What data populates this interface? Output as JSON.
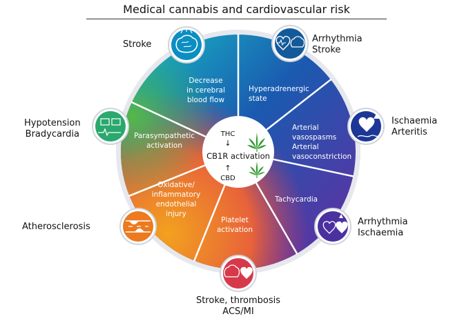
{
  "title": "Medical cannabis and cardiovascular risk",
  "center": {
    "top": "THC",
    "middle": "CB1R activation",
    "bottom": "CBD"
  },
  "segments": [
    {
      "lines": [
        "Hyperadrenergic",
        "state"
      ]
    },
    {
      "lines": [
        "Arterial",
        "vasospasms",
        "Arterial",
        "vasoconstriction"
      ]
    },
    {
      "lines": [
        "Tachycardia"
      ]
    },
    {
      "lines": [
        "Platelet",
        "activation"
      ]
    },
    {
      "lines": [
        "Oxidative/",
        "inflammatory",
        "endothelial",
        "injury"
      ]
    },
    {
      "lines": [
        "Parasympathetic",
        "activation"
      ]
    },
    {
      "lines": [
        "Decrease",
        "in cerebral",
        "blood flow"
      ]
    }
  ],
  "outcomes": {
    "stroke_top": "Stroke",
    "arrhythmia_stroke": [
      "Arrhythmia",
      "Stroke"
    ],
    "ischaemia_arteritis": [
      "Ischaemia",
      "Arteritis"
    ],
    "arrhythmia_ischaemia": [
      "Arrhythmia",
      "Ischaemia"
    ],
    "stroke_thrombosis": [
      "Stroke, thrombosis",
      "ACS/MI"
    ],
    "atherosclerosis": "Atherosclerosis",
    "hypotension_bradycardia": [
      "Hypotension",
      "Bradycardia"
    ]
  },
  "colors": {
    "ring": [
      "#1a5aa8",
      "#1e3b9a",
      "#5a2ba0",
      "#d63a5c",
      "#f07f1e",
      "#2fab6c",
      "#17b3c8"
    ],
    "icon_brain_top": "#0b8ec2",
    "icon_arrhythmia_stroke": "#145a9a",
    "icon_ischaemia_arteritis": "#1c3796",
    "icon_arrhythmia_ischaemia": "#4b31a0",
    "icon_stroke_thrombosis": "#d63a4a",
    "icon_atherosclerosis": "#ec7a1f",
    "icon_hypotension": "#2aa86e",
    "leaf": "#2e9b2e"
  },
  "icons": [
    "brain-icon",
    "heart-pulse-icon",
    "heart-vessel-icon",
    "heart-icon",
    "artery-plaque-icon",
    "ecg-monitor-icon",
    "cannabis-leaf-icon"
  ]
}
